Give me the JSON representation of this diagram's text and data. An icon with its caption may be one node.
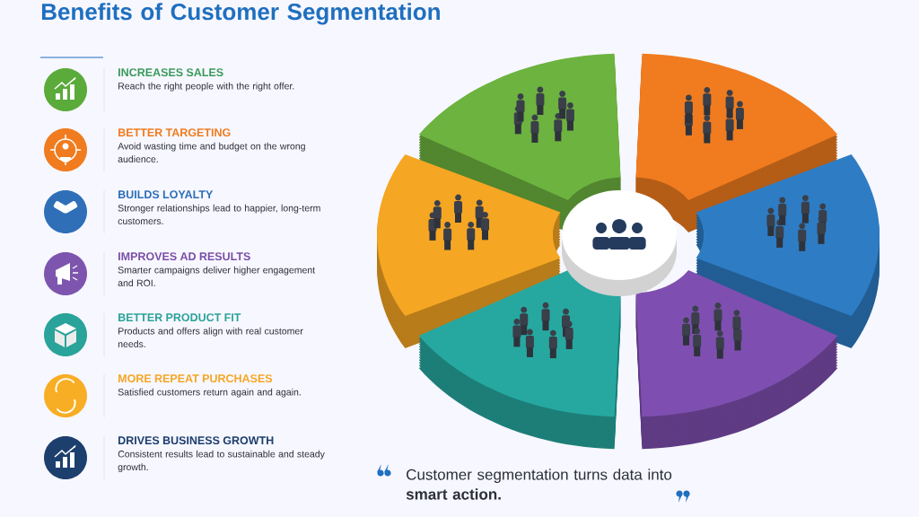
{
  "diagram": {
    "title": "Benefits of Customer Segmentation",
    "nodes": [
      {
        "text": [
          "INCREASES SALES",
          "Reach the right people with the right offer."
        ]
      },
      {
        "text": [
          "BETTER TARGETING",
          "Avoid wasting time and budget on the wrong audience."
        ]
      },
      {
        "text": [
          "BUILDS LOYALTY",
          "Stronger relationships lead to happier, long-term customers."
        ]
      },
      {
        "text": [
          "IMPROVES AD RESULTS",
          "Smarter campaigns deliver higher engagement and ROI."
        ]
      },
      {
        "text": [
          "BETTER PRODUCT FIT",
          "Products and offers align with real customer needs."
        ]
      },
      {
        "text": [
          "MORE REPEAT PURCHASES",
          "Satisfied customers return again and again."
        ]
      },
      {
        "text": [
          "DRIVES BUSINESS GROWTH",
          "Consistent results lead to sustainable and steady growth."
        ]
      }
    ],
    "labels": [
      "Customer segmentation turns data into **smart action.**"
    ]
  }
}
